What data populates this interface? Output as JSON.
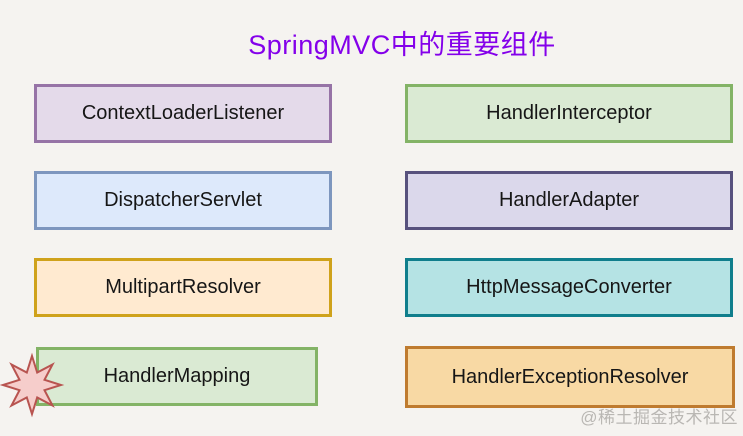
{
  "page": {
    "fill": "#F5F3F0"
  },
  "title": "SpringMVC中的重要组件",
  "title_style": {
    "color": "#8400EA"
  },
  "watermark": "@稀土掘金技术社区",
  "text_color": "#161616",
  "boxes": [
    {
      "label": "ContextLoaderListener",
      "fill": "#E4DAEA",
      "stroke": "#9673A6"
    },
    {
      "label": "HandlerInterceptor",
      "fill": "#DAEAD3",
      "stroke": "#83B366"
    },
    {
      "label": "DispatcherServlet",
      "fill": "#DDE9FB",
      "stroke": "#7D96BE"
    },
    {
      "label": "HandlerAdapter",
      "fill": "#DBD8EB",
      "stroke": "#57517D"
    },
    {
      "label": "MultipartResolver",
      "fill": "#FFEAD0",
      "stroke": "#CFA21B"
    },
    {
      "label": "HttpMessageConverter",
      "fill": "#B5E3E4",
      "stroke": "#0F7E8C"
    },
    {
      "label": "HandlerMapping",
      "fill": "#DAEAD3",
      "stroke": "#83B366"
    },
    {
      "label": "HandlerExceptionResolver",
      "fill": "#F8D9A4",
      "stroke": "#BF7B2F"
    }
  ],
  "star": {
    "fill": "#F6CDCB",
    "stroke": "#B85450"
  }
}
